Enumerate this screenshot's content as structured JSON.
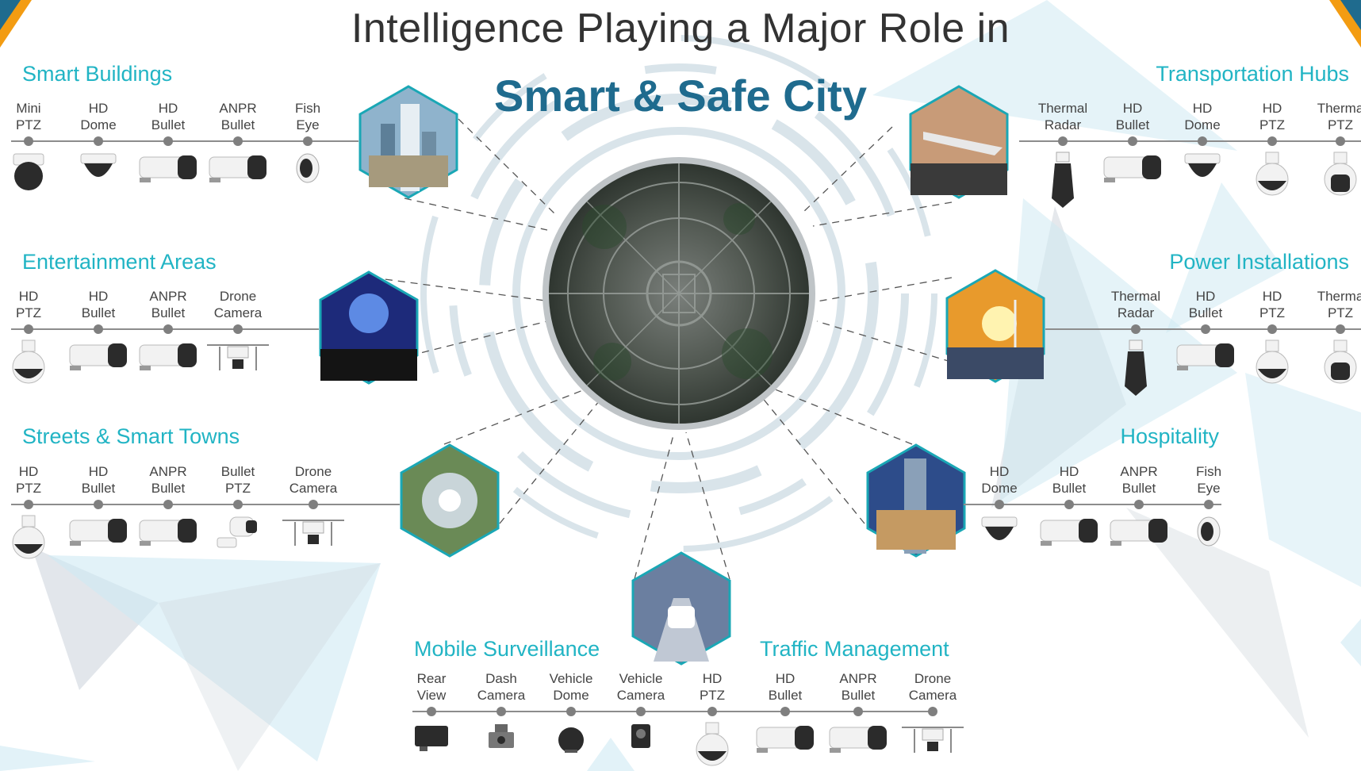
{
  "title": {
    "line1": "Intelligence Playing a Major Role in",
    "line2": "Smart & Safe City"
  },
  "colors": {
    "accent_teal": "#21b4c4",
    "title_blue": "#1f6b8e",
    "dot_gray": "#7f7f7f",
    "hex_border": "#1aa7b5",
    "corner_orange": "#f39c12",
    "corner_blue": "#1f6b8e"
  },
  "hexagons": [
    {
      "id": "buildings",
      "icon": "skyscraper-image"
    },
    {
      "id": "entertainment",
      "icon": "concert-crowd-image"
    },
    {
      "id": "streets",
      "icon": "smart-town-aerial-image"
    },
    {
      "id": "transport",
      "icon": "airplane-airport-image"
    },
    {
      "id": "power",
      "icon": "wind-turbine-solar-image"
    },
    {
      "id": "hospitality",
      "icon": "hotel-building-image"
    },
    {
      "id": "traffic",
      "icon": "car-on-highway-image"
    }
  ],
  "groups": [
    {
      "name": "Smart Buildings",
      "devices": [
        {
          "l1": "Mini",
          "l2": "PTZ",
          "icon": "mini-ptz-camera"
        },
        {
          "l1": "HD",
          "l2": "Dome",
          "icon": "dome-camera"
        },
        {
          "l1": "HD",
          "l2": "Bullet",
          "icon": "bullet-camera"
        },
        {
          "l1": "ANPR",
          "l2": "Bullet",
          "icon": "bullet-camera"
        },
        {
          "l1": "Fish",
          "l2": "Eye",
          "icon": "fisheye-camera"
        }
      ]
    },
    {
      "name": "Entertainment Areas",
      "devices": [
        {
          "l1": "HD",
          "l2": "PTZ",
          "icon": "ptz-camera"
        },
        {
          "l1": "HD",
          "l2": "Bullet",
          "icon": "bullet-camera"
        },
        {
          "l1": "ANPR",
          "l2": "Bullet",
          "icon": "bullet-camera"
        },
        {
          "l1": "Drone",
          "l2": "Camera",
          "icon": "drone-camera"
        }
      ]
    },
    {
      "name": "Streets & Smart Towns",
      "devices": [
        {
          "l1": "HD",
          "l2": "PTZ",
          "icon": "ptz-camera"
        },
        {
          "l1": "HD",
          "l2": "Bullet",
          "icon": "bullet-camera"
        },
        {
          "l1": "ANPR",
          "l2": "Bullet",
          "icon": "bullet-camera"
        },
        {
          "l1": "Bullet",
          "l2": "PTZ",
          "icon": "bullet-ptz-camera"
        },
        {
          "l1": "Drone",
          "l2": "Camera",
          "icon": "drone-camera"
        }
      ]
    },
    {
      "name": "Transportation Hubs",
      "devices": [
        {
          "l1": "Thermal",
          "l2": "Radar",
          "icon": "thermal-radar"
        },
        {
          "l1": "HD",
          "l2": "Bullet",
          "icon": "bullet-camera"
        },
        {
          "l1": "HD",
          "l2": "Dome",
          "icon": "dome-camera"
        },
        {
          "l1": "HD",
          "l2": "PTZ",
          "icon": "ptz-camera"
        },
        {
          "l1": "Therma",
          "l2": "PTZ",
          "icon": "thermal-ptz-camera"
        }
      ]
    },
    {
      "name": "Power Installations",
      "devices": [
        {
          "l1": "Thermal",
          "l2": "Radar",
          "icon": "thermal-radar"
        },
        {
          "l1": "HD",
          "l2": "Bullet",
          "icon": "bullet-camera"
        },
        {
          "l1": "HD",
          "l2": "PTZ",
          "icon": "ptz-camera"
        },
        {
          "l1": "Therma",
          "l2": "PTZ",
          "icon": "thermal-ptz-camera"
        }
      ]
    },
    {
      "name": "Hospitality",
      "devices": [
        {
          "l1": "HD",
          "l2": "Dome",
          "icon": "dome-camera"
        },
        {
          "l1": "HD",
          "l2": "Bullet",
          "icon": "bullet-camera"
        },
        {
          "l1": "ANPR",
          "l2": "Bullet",
          "icon": "bullet-camera"
        },
        {
          "l1": "Fish",
          "l2": "Eye",
          "icon": "fisheye-camera"
        }
      ]
    },
    {
      "name": "Mobile Surveillance",
      "devices": [
        {
          "l1": "Rear",
          "l2": "View",
          "icon": "rear-view-camera"
        },
        {
          "l1": "Dash",
          "l2": "Camera",
          "icon": "dash-camera"
        },
        {
          "l1": "Vehicle",
          "l2": "Dome",
          "icon": "vehicle-dome-camera"
        },
        {
          "l1": "Vehicle",
          "l2": "Camera",
          "icon": "vehicle-camera"
        }
      ]
    },
    {
      "name": "Traffic Management",
      "devices": [
        {
          "l1": "HD",
          "l2": "PTZ",
          "icon": "ptz-camera"
        },
        {
          "l1": "HD",
          "l2": "Bullet",
          "icon": "bullet-camera"
        },
        {
          "l1": "ANPR",
          "l2": "Bullet",
          "icon": "bullet-camera"
        },
        {
          "l1": "Drone",
          "l2": "Camera",
          "icon": "drone-camera"
        }
      ]
    }
  ]
}
